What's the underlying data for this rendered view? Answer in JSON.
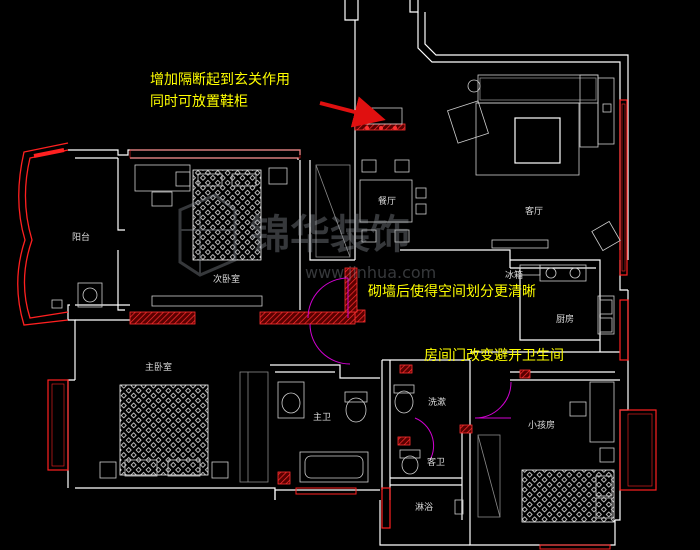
{
  "rooms": {
    "balcony": "阳台",
    "second_bedroom": "次卧室",
    "master_bedroom": "主卧室",
    "master_bath": "主卫",
    "dining": "餐厅",
    "living": "客厅",
    "kitchen": "厨房",
    "small_bedroom": "小孩房",
    "laundry": "洗漱",
    "guest_bath": "客卫",
    "shower": "淋浴",
    "fridge": "冰箱"
  },
  "notes": {
    "partition_line1": "增加隔断起到玄关作用",
    "partition_line2": "同时可放置鞋柜",
    "wall_note": "砌墙后使得空间划分更清晰",
    "door_note": "房间门改变避开卫生间"
  },
  "watermark": {
    "brand": "锦华装饰",
    "url": "www.jinhua.com"
  },
  "colors": {
    "background": "#000000",
    "walls": "#ffffff",
    "new_walls": "#d01818",
    "door_swing": "#d000d0",
    "annotation": "#ffff00",
    "arrow": "#e01010"
  }
}
